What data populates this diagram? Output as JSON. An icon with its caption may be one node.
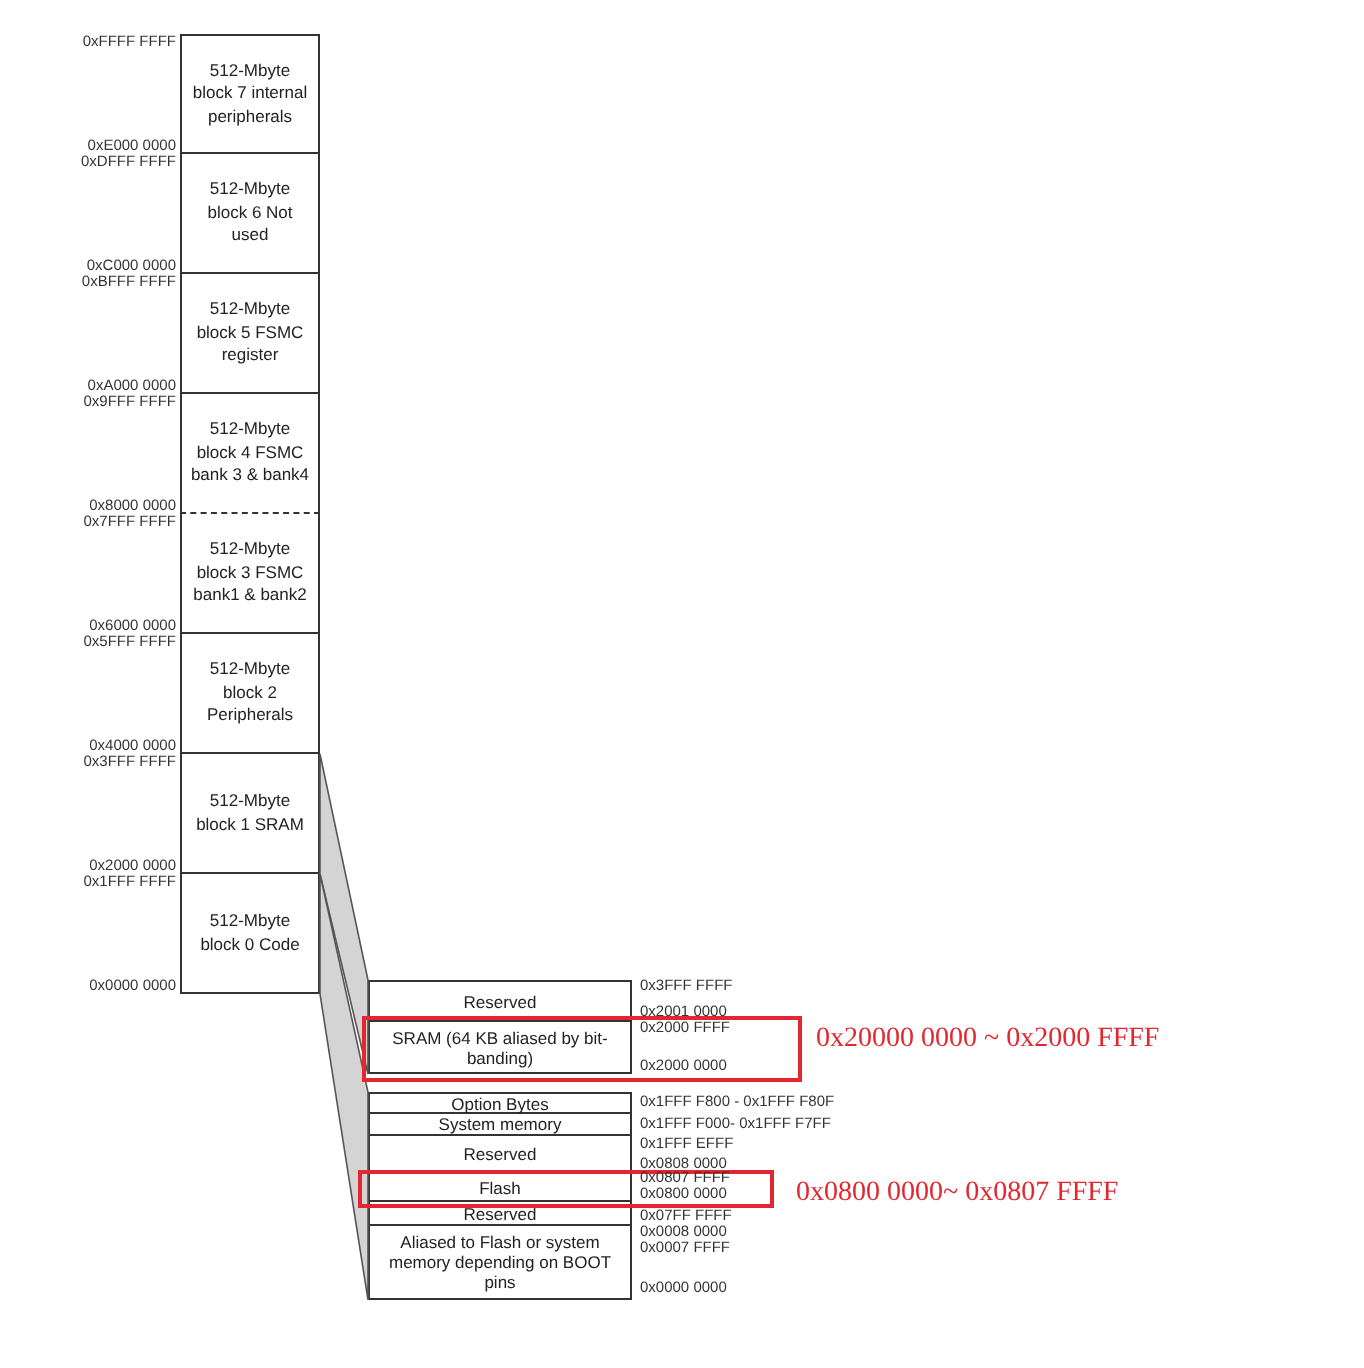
{
  "diagram": {
    "nodes": [
      {
        "text": [
          "512-Mbyte block 7 internal peripherals"
        ]
      },
      {
        "text": [
          "512-Mbyte block 6 Not used"
        ]
      },
      {
        "text": [
          "512-Mbyte block 5 FSMC register"
        ]
      },
      {
        "text": [
          "512-Mbyte block 4 FSMC bank 3 & bank4"
        ]
      },
      {
        "text": [
          "512-Mbyte block 3 FSMC bank1 & bank2"
        ]
      },
      {
        "text": [
          "512-Mbyte block 2 Peripherals"
        ]
      },
      {
        "text": [
          "512-Mbyte block 1 SRAM"
        ]
      },
      {
        "text": [
          "512-Mbyte block 0 Code"
        ]
      },
      {
        "text": [
          "Reserved"
        ]
      },
      {
        "text": [
          "SRAM (64 KB aliased by bit-banding)"
        ]
      },
      {
        "text": [
          "Option Bytes"
        ]
      },
      {
        "text": [
          "System memory"
        ]
      },
      {
        "text": [
          "Reserved"
        ]
      },
      {
        "text": [
          "Flash"
        ]
      },
      {
        "text": [
          "Reserved"
        ]
      },
      {
        "text": [
          "Aliased to Flash or system memory depending on BOOT pins"
        ]
      },
      {
        "text": [],
        "shape": "band"
      },
      {
        "text": [],
        "shape": "band"
      }
    ],
    "labels": [
      "0xFFFF FFFF",
      "0xE000 0000",
      "0xDFFF FFFF",
      "0xC000 0000",
      "0xBFFF FFFF",
      "0xA000 0000",
      "0x9FFF FFFF",
      "0x8000 0000",
      "0x7FFF FFFF",
      "0x6000 0000",
      "0x5FFF FFFF",
      "0x4000 0000",
      "0x3FFF FFFF",
      "0x2000 0000",
      "0x1FFF FFFF",
      "0x0000 0000",
      "0x3FFF FFFF",
      "0x2001 0000",
      "0x2000 FFFF",
      "0x2000 0000",
      "0x1FFF F800 - 0x1FFF F80F",
      "0x1FFF F000- 0x1FFF F7FF",
      "0x1FFF EFFF",
      "0x0808 0000",
      "0x0807 FFFF",
      "0x0800 0000",
      "0x07FF FFFF",
      "0x0008 0000",
      "0x0007 FFFF",
      "0x0000 0000",
      "0x20000 0000 ~ 0x2000 FFFF",
      "0x0800 0000~ 0x0807 FFFF"
    ]
  }
}
